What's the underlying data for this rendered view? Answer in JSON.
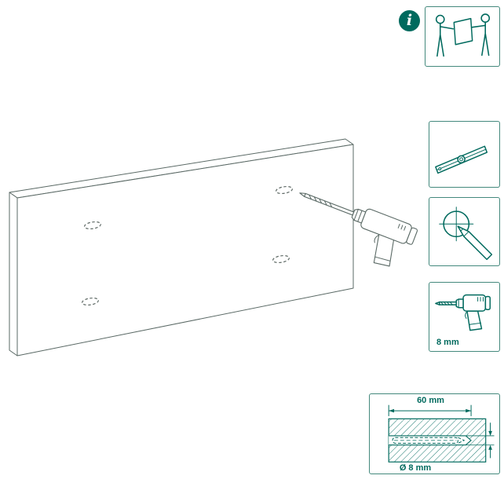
{
  "colors": {
    "accent": "#006a5e",
    "box_border": "#44897d",
    "line": "#5a6965"
  },
  "info": {
    "symbol": "i",
    "icon": "info-icon"
  },
  "lift_warning": {
    "icon": "two-person-carry-icon"
  },
  "tool_steps": [
    {
      "icon": "spirit-level-icon"
    },
    {
      "icon": "pencil-mark-icon"
    },
    {
      "icon": "power-drill-icon",
      "label": "8 mm"
    }
  ],
  "detail_view": {
    "depth_label": "60 mm",
    "diameter_label": "Ø 8 mm"
  },
  "scene": {
    "subject": "wall-panel-isometric",
    "drill_hole_count": 4,
    "tool": "power-drill"
  }
}
